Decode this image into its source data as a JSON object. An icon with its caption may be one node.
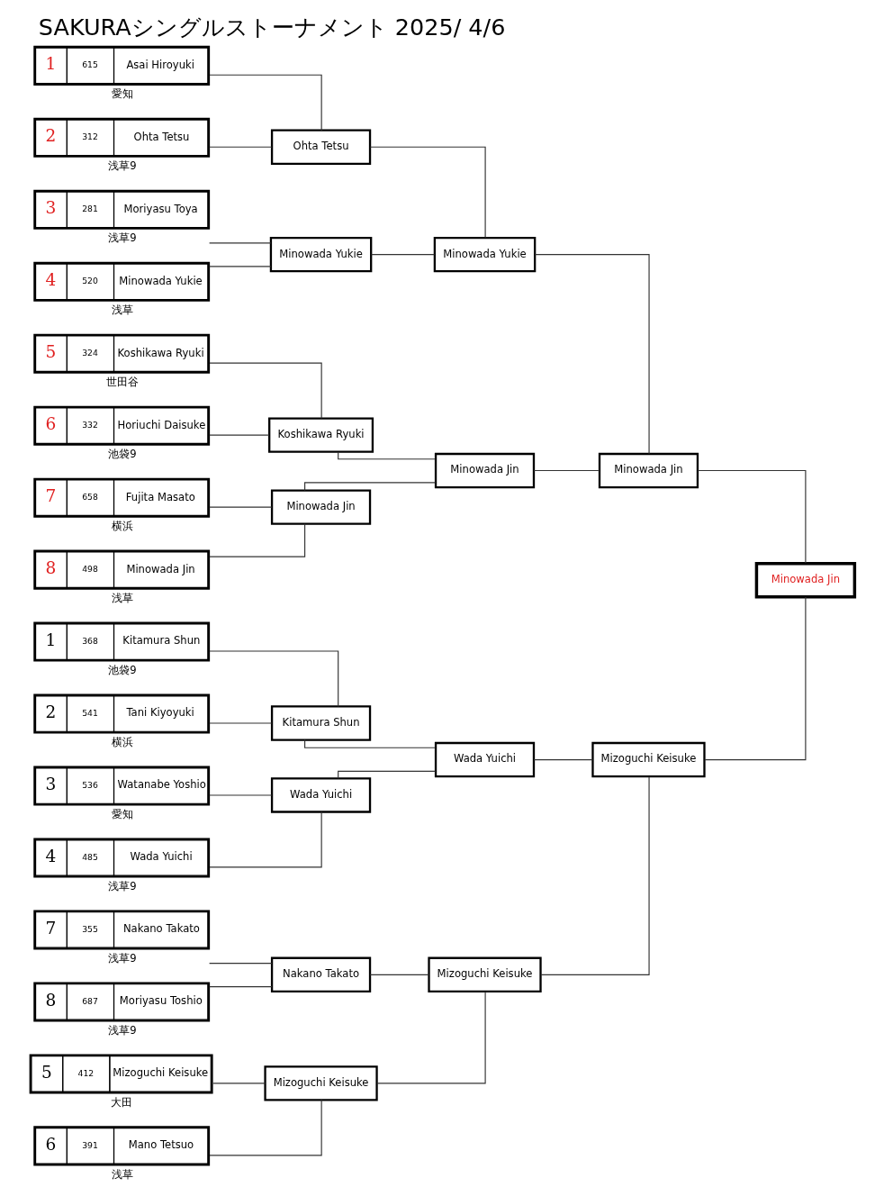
{
  "diagram": {
    "title": "SAKURAシングルストーナメント 2025/ 4/6",
    "nodes": [
      {
        "text": [
          "1",
          "368",
          "Kitamura Shun"
        ],
        "beside": [
          "池袋9"
        ]
      },
      {
        "text": [
          "2",
          "541",
          "Tani Kiyoyuki"
        ],
        "beside": [
          "横浜"
        ]
      },
      {
        "text": [
          "3",
          "536",
          "Watanabe Yoshio"
        ],
        "beside": [
          "愛知"
        ]
      },
      {
        "text": [
          "4",
          "485",
          "Wada Yuichi"
        ],
        "beside": [
          "浅草9"
        ]
      },
      {
        "text": [
          "5",
          "412",
          "Mizoguchi Keisuke"
        ],
        "beside": [
          "大田"
        ]
      },
      {
        "text": [
          "6",
          "391",
          "Mano Tetsuo"
        ],
        "beside": [
          "浅草"
        ]
      },
      {
        "text": [
          "7",
          "355",
          "Nakano Takato"
        ],
        "beside": [
          "浅草9"
        ]
      },
      {
        "text": [
          "8",
          "687",
          "Moriyasu Toshio"
        ],
        "beside": [
          "浅草9"
        ]
      },
      {
        "text": [
          "1",
          "615",
          "Asai Hiroyuki"
        ],
        "beside": [
          "愛知"
        ]
      },
      {
        "text": [
          "2",
          "312",
          "Ohta Tetsu"
        ],
        "beside": [
          "浅草9"
        ]
      },
      {
        "text": [
          "3",
          "281",
          "Moriyasu Toya"
        ],
        "beside": [
          "浅草9"
        ]
      },
      {
        "text": [
          "4",
          "520",
          "Minowada Yukie"
        ],
        "beside": [
          "浅草"
        ]
      },
      {
        "text": [
          "5",
          "324",
          "Koshikawa Ryuki"
        ],
        "beside": [
          "世田谷"
        ]
      },
      {
        "text": [
          "6",
          "332",
          "Horiuchi Daisuke"
        ],
        "beside": [
          "池袋9"
        ]
      },
      {
        "text": [
          "7",
          "658",
          "Fujita Masato"
        ],
        "beside": [
          "横浜"
        ]
      },
      {
        "text": [
          "8",
          "498",
          "Minowada Jin"
        ],
        "beside": [
          "浅草"
        ]
      },
      {
        "text": [
          "Kitamura Shun"
        ]
      },
      {
        "text": [
          "Wada Yuichi"
        ]
      },
      {
        "text": [
          "Mizoguchi Keisuke"
        ]
      },
      {
        "text": [
          "Nakano Takato"
        ]
      },
      {
        "text": [
          "Ohta Tetsu"
        ]
      },
      {
        "text": [
          "Minowada Yukie"
        ]
      },
      {
        "text": [
          "Koshikawa Ryuki"
        ]
      },
      {
        "text": [
          "Minowada Jin"
        ]
      },
      {
        "text": [
          "Wada Yuichi"
        ]
      },
      {
        "text": [
          "Mizoguchi Keisuke"
        ]
      },
      {
        "text": [
          "Minowada Yukie"
        ]
      },
      {
        "text": [
          "Minowada Jin"
        ]
      },
      {
        "text": [
          "Mizoguchi Keisuke"
        ]
      },
      {
        "text": [
          "Minowada Jin"
        ]
      },
      {
        "text": [
          "Minowada Jin"
        ]
      }
    ],
    "edges": [
      {
        "from": 0,
        "to": 16,
        "arrow": "none"
      },
      {
        "from": 1,
        "to": 16,
        "arrow": "none"
      },
      {
        "from": 2,
        "to": 17,
        "arrow": "none"
      },
      {
        "from": 3,
        "to": 17,
        "arrow": "none"
      },
      {
        "from": 4,
        "to": 18,
        "arrow": "none"
      },
      {
        "from": 5,
        "to": 18,
        "arrow": "none"
      },
      {
        "from": 6,
        "to": 19,
        "arrow": "none"
      },
      {
        "from": 7,
        "to": 19,
        "arrow": "none"
      },
      {
        "from": 8,
        "to": 20,
        "arrow": "none"
      },
      {
        "from": 9,
        "to": 20,
        "arrow": "none"
      },
      {
        "from": 10,
        "to": 21,
        "arrow": "none"
      },
      {
        "from": 11,
        "to": 21,
        "arrow": "none"
      },
      {
        "from": 12,
        "to": 22,
        "arrow": "none"
      },
      {
        "from": 13,
        "to": 22,
        "arrow": "none"
      },
      {
        "from": 14,
        "to": 23,
        "arrow": "none"
      },
      {
        "from": 15,
        "to": 23,
        "arrow": "none"
      },
      {
        "from": 16,
        "to": 24,
        "arrow": "none"
      },
      {
        "from": 17,
        "to": 24,
        "arrow": "none"
      },
      {
        "from": 18,
        "to": 25,
        "arrow": "none"
      },
      {
        "from": 19,
        "to": 25,
        "arrow": "none"
      },
      {
        "from": 20,
        "to": 26,
        "arrow": "none"
      },
      {
        "from": 21,
        "to": 26,
        "arrow": "none"
      },
      {
        "from": 22,
        "to": 27,
        "arrow": "none"
      },
      {
        "from": 23,
        "to": 27,
        "arrow": "none"
      },
      {
        "from": 24,
        "to": 28,
        "arrow": "none"
      },
      {
        "from": 25,
        "to": 28,
        "arrow": "none"
      },
      {
        "from": 26,
        "to": 29,
        "arrow": "none"
      },
      {
        "from": 27,
        "to": 29,
        "arrow": "none"
      },
      {
        "from": 28,
        "to": 30,
        "arrow": "none"
      },
      {
        "from": 29,
        "to": 30,
        "arrow": "none"
      }
    ]
  }
}
